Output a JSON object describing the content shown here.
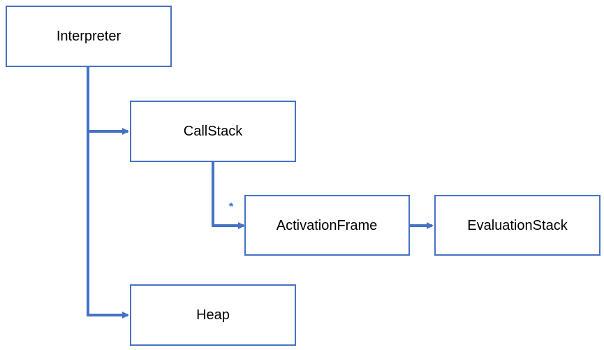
{
  "colors": {
    "stroke": "#4472C4",
    "multiplicity": "#2E75D6",
    "fill": "#FFFFFF",
    "text": "#000000"
  },
  "nodes": {
    "interpreter": "Interpreter",
    "callstack": "CallStack",
    "activationframe": "ActivationFrame",
    "evaluationstack": "EvaluationStack",
    "heap": "Heap"
  },
  "edges": [
    {
      "from": "interpreter",
      "to": "callstack",
      "multiplicity": ""
    },
    {
      "from": "interpreter",
      "to": "heap",
      "multiplicity": ""
    },
    {
      "from": "callstack",
      "to": "activationframe",
      "multiplicity": "*"
    },
    {
      "from": "activationframe",
      "to": "evaluationstack",
      "multiplicity": ""
    }
  ],
  "multiplicity_callstack_activationframe": "*"
}
